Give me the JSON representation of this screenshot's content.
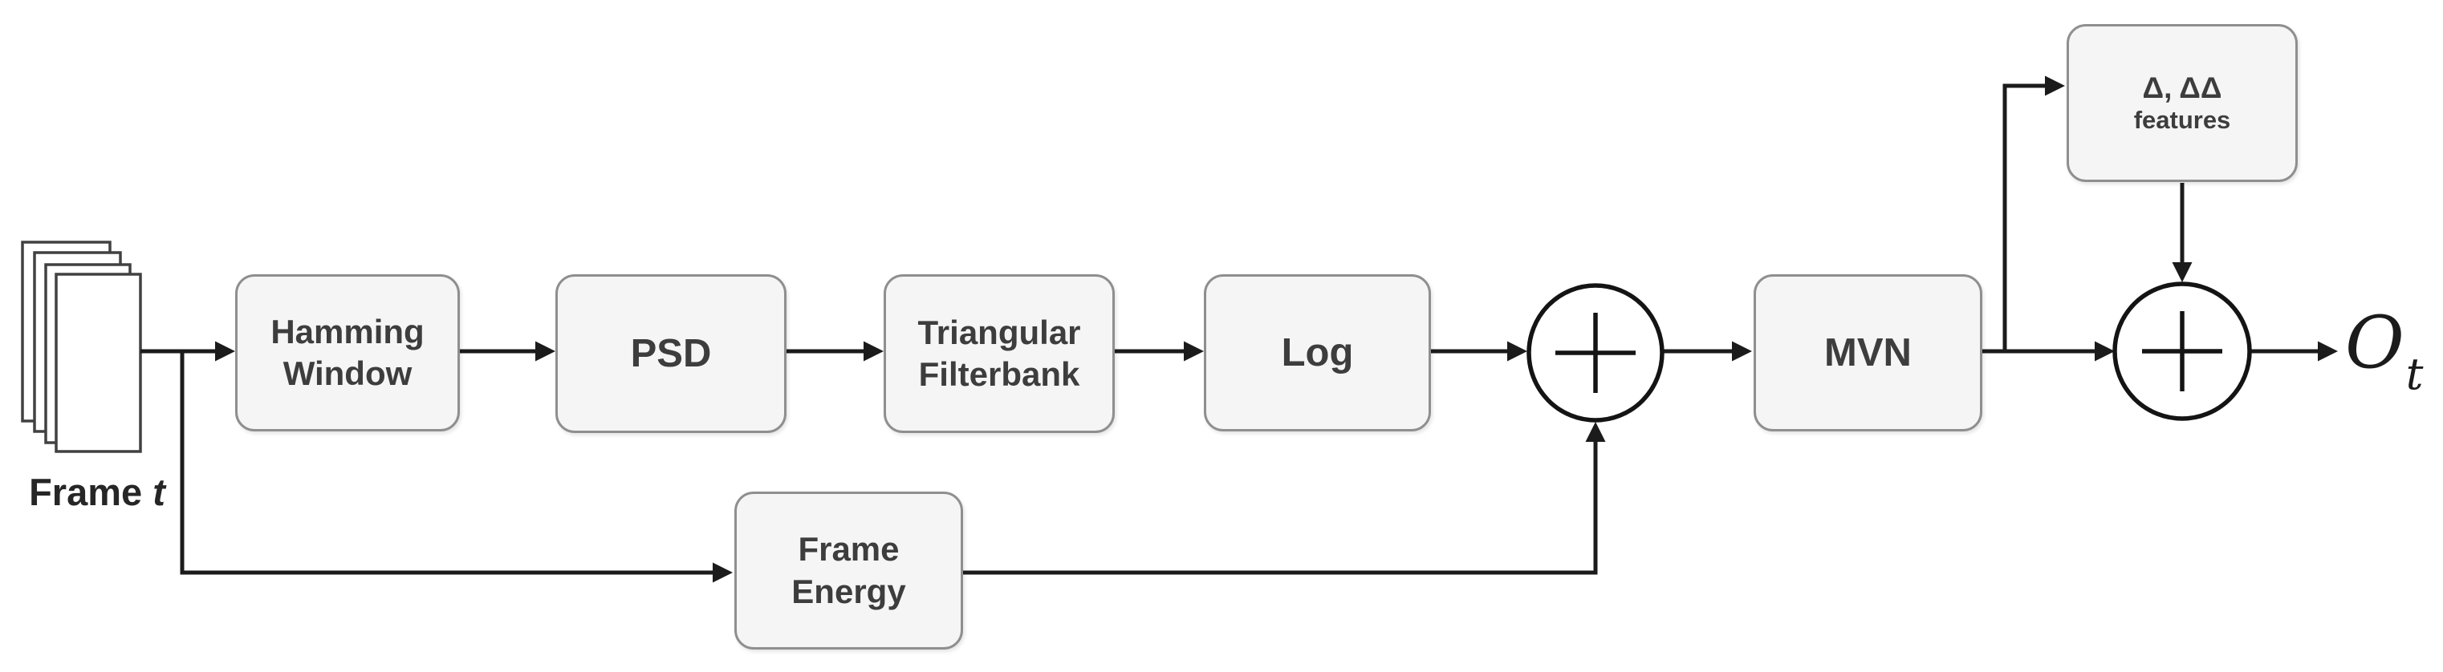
{
  "diagram": {
    "kind": "speech feature extraction pipeline",
    "nodes": {
      "frame_input": {
        "label_word": "Frame",
        "label_var": "t"
      },
      "hamming": {
        "label": "Hamming\nWindow"
      },
      "psd": {
        "label": "PSD"
      },
      "filterbank": {
        "label": "Triangular\nFilterbank"
      },
      "log": {
        "label": "Log"
      },
      "frame_energy": {
        "label": "Frame\nEnergy"
      },
      "mvn": {
        "label": "MVN"
      },
      "delta_features": {
        "line1": "Δ, ΔΔ",
        "line2": "features"
      },
      "output": {
        "symbol": "O",
        "subscript": "t"
      }
    },
    "icons": {
      "adder_1": "circle-plus-sum",
      "adder_2": "circle-plus-sum",
      "frame_stack": "stacked-frames"
    },
    "colors": {
      "background": "#ffffff",
      "box_fill": "#f5f5f5",
      "box_border": "#8f8f8f",
      "box_text": "#3d3d3d",
      "connector_line": "#1b1b1b",
      "frame_stack_border": "#414141",
      "label_text": "#262626"
    }
  }
}
